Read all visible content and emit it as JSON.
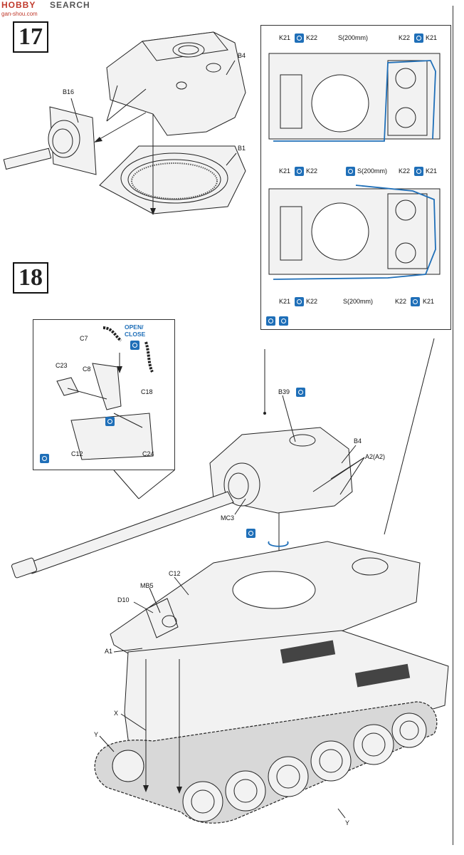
{
  "header": {
    "brand_left": "HOBBY",
    "brand_right": "SEARCH",
    "site": "gan-shou.com"
  },
  "steps": [
    {
      "number": "17"
    },
    {
      "number": "18"
    }
  ],
  "step17_labels": {
    "b16": "B16",
    "b4": "B4",
    "b1": "B1"
  },
  "inset_top": {
    "row1": {
      "left": "K21",
      "left2": "K22",
      "center": "S(200mm)",
      "right1": "K22",
      "right2": "K21"
    },
    "row2": {
      "left": "K21",
      "left2": "K22",
      "center": "S(200mm)",
      "right1": "K22",
      "right2": "K21"
    },
    "row3": {
      "left": "K21",
      "left2": "K22",
      "center": "S(200mm)",
      "right1": "K22",
      "right2": "K21"
    }
  },
  "inset_left": {
    "c7": "C7",
    "open_close": "OPEN/\nCLOSE",
    "c23": "C23",
    "c8": "C8",
    "c18": "C18",
    "c12": "C12",
    "c24": "C24"
  },
  "step18_labels": {
    "b39": "B39",
    "b4": "B4",
    "a2": "A2(A2)",
    "mc3": "MC3",
    "c12": "C12",
    "mb5": "MB5",
    "d10": "D10",
    "a1": "A1",
    "x": "X",
    "y_left": "Y",
    "y_bottom": "Y"
  },
  "colors": {
    "accent_blue": "#1f6fb8",
    "brand_red": "#c0392b"
  }
}
